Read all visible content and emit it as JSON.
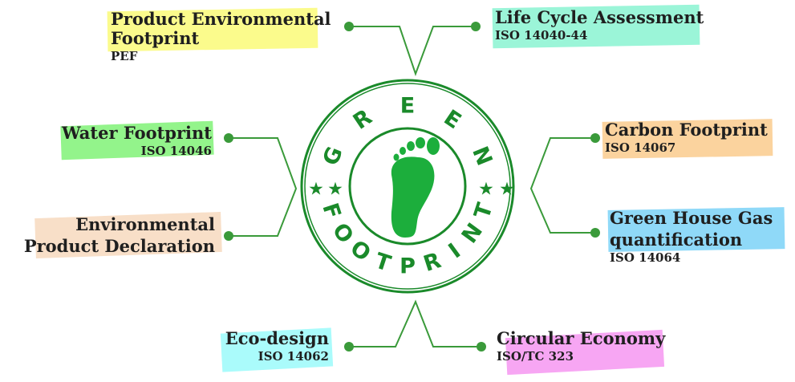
{
  "emblem": {
    "top_letters": [
      "G",
      "R",
      "E",
      "E",
      "N"
    ],
    "bottom_letters": [
      "F",
      "O",
      "O",
      "T",
      "P",
      "R",
      "I",
      "N",
      "T"
    ],
    "star_glyph": "★",
    "icon": "footprint-icon",
    "color": "#1a8a2a",
    "foot_color": "#1cae3c"
  },
  "line_color": "#3a9a3a",
  "items": [
    {
      "id": "pef",
      "title_lines": [
        "Product Environmental",
        "Footprint"
      ],
      "subtitle": "PEF",
      "highlight": "#fbfb8c"
    },
    {
      "id": "lca",
      "title_lines": [
        "Life Cycle Assessment"
      ],
      "subtitle": "ISO 14040-44",
      "highlight": "#9bf5d8"
    },
    {
      "id": "water",
      "title_lines": [
        "Water Footprint"
      ],
      "subtitle": "ISO 14046",
      "highlight": "#93f48b"
    },
    {
      "id": "carbon",
      "title_lines": [
        "Carbon Footprint"
      ],
      "subtitle": "ISO 14067",
      "highlight": "#fbd39e"
    },
    {
      "id": "epd",
      "title_lines": [
        "Environmental",
        "Product Declaration"
      ],
      "subtitle": "",
      "highlight": "#f8dfc8"
    },
    {
      "id": "ghg",
      "title_lines": [
        "Green House Gas",
        "quantification"
      ],
      "subtitle": "ISO 14064",
      "highlight": "#8fd9f8"
    },
    {
      "id": "eco",
      "title_lines": [
        "Eco-design"
      ],
      "subtitle": "ISO 14062",
      "highlight": "#aafbfb"
    },
    {
      "id": "circ",
      "title_lines": [
        "Circular Economy"
      ],
      "subtitle": "ISO/TC 323",
      "highlight": "#f7a6f3"
    }
  ]
}
